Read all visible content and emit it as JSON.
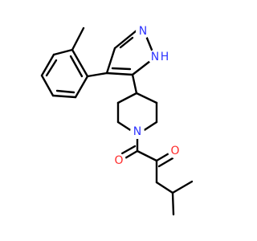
{
  "molecule": {
    "atoms": {
      "pyrazole_n": {
        "label": "N",
        "color": "#2f35ff"
      },
      "pyrazole_nh": {
        "label": "N",
        "color": "#2f35ff"
      },
      "pyrazole_h": {
        "label": "H",
        "color": "#2f35ff"
      },
      "piperidine_n": {
        "label": "N",
        "color": "#2f35ff"
      },
      "ketone_o1": {
        "label": "O",
        "color": "#ff2a2a"
      },
      "ketone_o2": {
        "label": "O",
        "color": "#ff2a2a"
      }
    },
    "colors": {
      "bond": "#000000",
      "background": "#ffffff"
    }
  }
}
